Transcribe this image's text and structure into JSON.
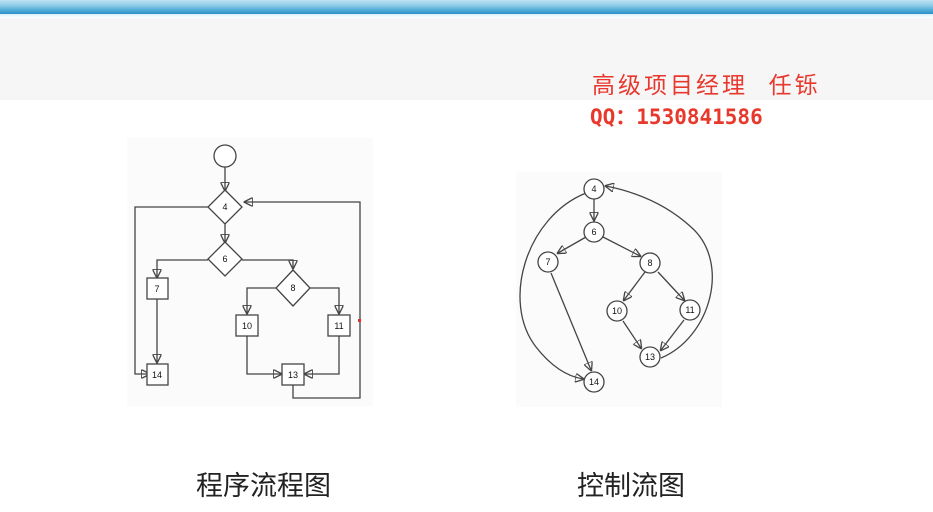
{
  "header": {
    "author": "高级项目经理  任铄",
    "qq": "QQ：1530841586"
  },
  "flowchart": {
    "caption": "程序流程图",
    "nodes": {
      "n4": "4",
      "n6": "6",
      "n7": "7",
      "n8": "8",
      "n10": "10",
      "n11": "11",
      "n13": "13",
      "n14": "14"
    }
  },
  "control_flow_graph": {
    "caption": "控制流图",
    "nodes": {
      "n4": "4",
      "n6": "6",
      "n7": "7",
      "n8": "8",
      "n10": "10",
      "n11": "11",
      "n13": "13",
      "n14": "14"
    }
  },
  "colors": {
    "accent_red": "#e8382c",
    "line": "#444444",
    "top_bar": "#4aa9d6"
  }
}
